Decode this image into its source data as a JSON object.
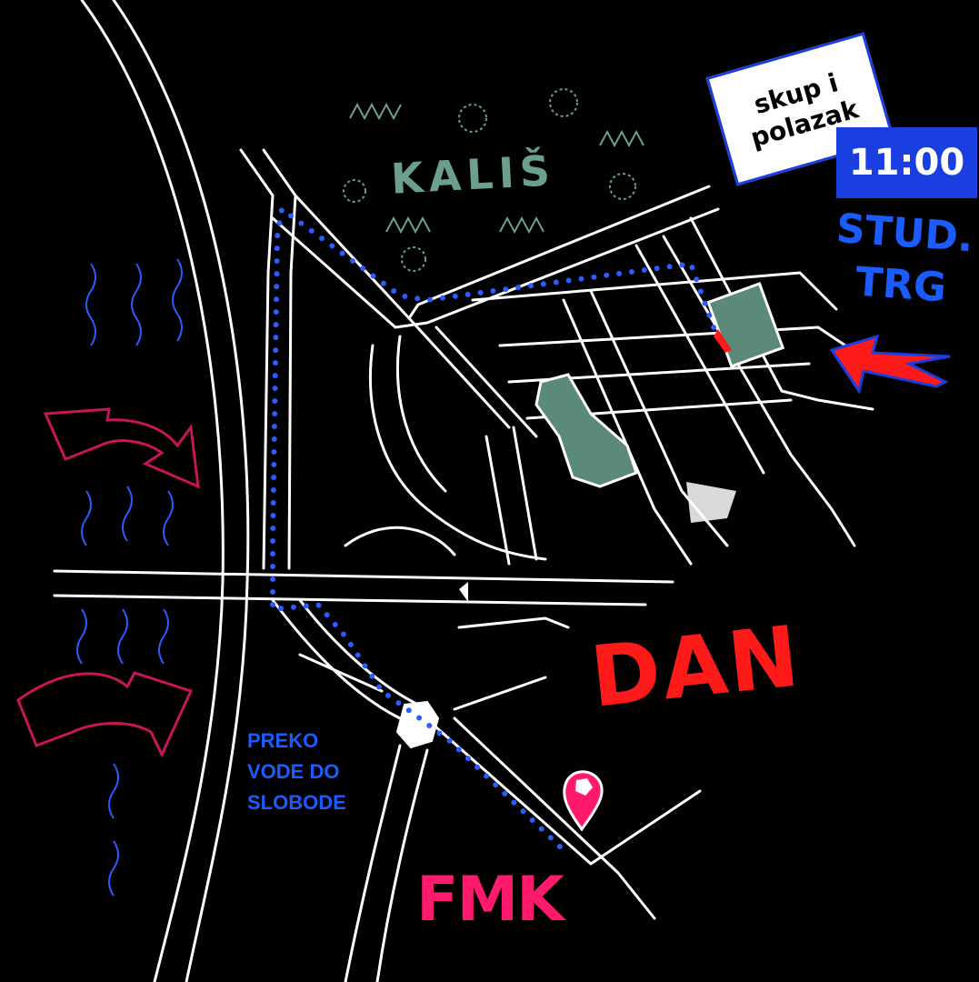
{
  "labels": {
    "district": "KALIŠ",
    "meetup": "skup i polazak",
    "time": "11:00",
    "place": "STUD. TRG",
    "route_caption": "PREKO VODE DO SLOBODE",
    "day_title": "DAN",
    "destination": "FMK"
  },
  "icons": {
    "pin": "map-pin-icon",
    "start_arrow": "arrow-left-icon",
    "flow_arrows": "curved-arrow-right-icon",
    "waves": "wave-icon",
    "park": "park-area"
  },
  "colors": {
    "background": "#000000",
    "road": "#ffffff",
    "route": "#2a5cff",
    "accent_red": "#ff1a1a",
    "accent_pink": "#ff1a6e",
    "park_green": "#5c8a78",
    "label_blue": "#1a3ee0"
  }
}
